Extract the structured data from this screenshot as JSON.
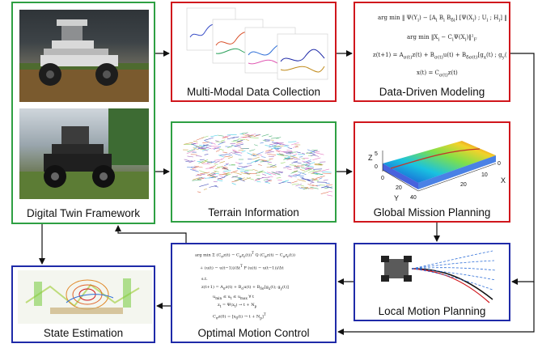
{
  "boxes": {
    "digital_twin": "Digital Twin Framework",
    "data_collection": "Multi-Modal Data Collection",
    "data_modeling": "Data-Driven Modeling",
    "terrain": "Terrain Information",
    "mission_planning": "Global Mission Planning",
    "local_planning": "Local Motion Planning",
    "motion_control": "Optimal Motion Control",
    "state_estimation": "State Estimation"
  },
  "plot3d": {
    "axis_z": "Z",
    "axis_y": "Y",
    "axis_x": "X",
    "y_ticks": [
      "0",
      "20",
      "40"
    ],
    "x_ticks": [
      "0",
      "10",
      "20"
    ],
    "z_ticks": [
      "5",
      "0"
    ]
  },
  "colors": {
    "green": "#2ea043",
    "red": "#d0161c",
    "blue": "#1f2aa8"
  }
}
